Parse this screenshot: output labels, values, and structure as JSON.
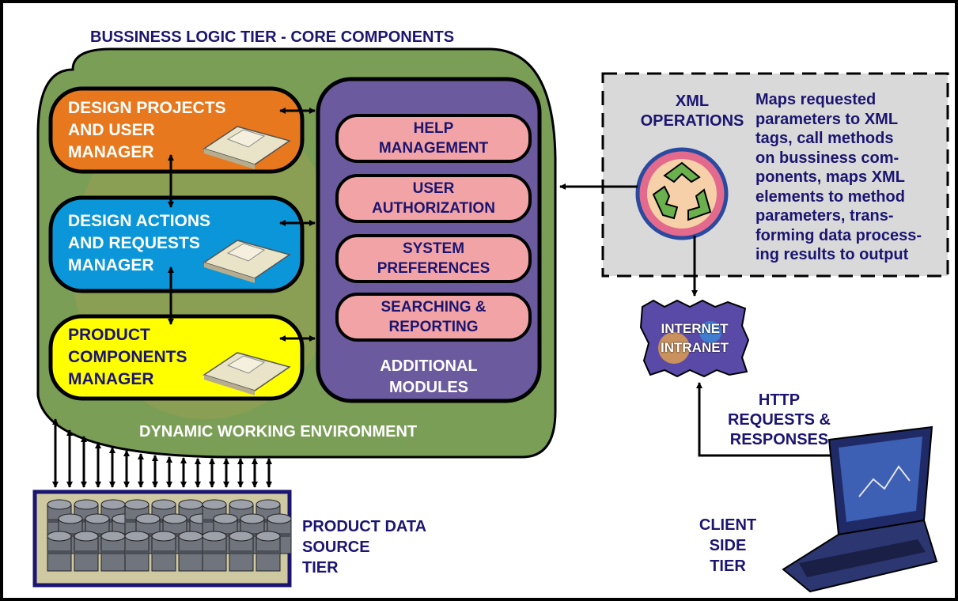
{
  "title": "BUSSINESS LOGIC TIER - CORE COMPONENTS",
  "managers": {
    "design_projects": [
      "DESIGN PROJECTS",
      "AND USER",
      "MANAGER"
    ],
    "design_actions": [
      "DESIGN ACTIONS",
      "AND REQUESTS",
      "MANAGER"
    ],
    "product_components": [
      "PRODUCT",
      "COMPONENTS",
      "MANAGER"
    ]
  },
  "modules": {
    "help": [
      "HELP",
      "MANAGEMENT"
    ],
    "user_auth": [
      "USER",
      "AUTHORIZATION"
    ],
    "system_prefs": [
      "SYSTEM",
      "PREFERENCES"
    ],
    "searching": [
      "SEARCHING &",
      "REPORTING"
    ],
    "label": [
      "ADDITIONAL",
      "MODULES"
    ]
  },
  "environment_label": "DYNAMIC WORKING ENVIRONMENT",
  "xml": {
    "title": [
      "XML",
      "OPERATIONS"
    ],
    "description": [
      "Maps requested",
      "parameters to XML",
      "tags, call methods",
      "on bussiness com-",
      "ponents, maps XML",
      "elements to method",
      "parameters, trans-",
      "forming data process-",
      "ing results to output"
    ]
  },
  "network": [
    "INTERNET",
    "INTRANET"
  ],
  "http": [
    "HTTP",
    "REQUESTS &",
    "RESPONSES"
  ],
  "data_tier": [
    "PRODUCT DATA",
    "SOURCE",
    "TIER"
  ],
  "client_tier": [
    "CLIENT",
    "SIDE",
    "TIER"
  ],
  "colors": {
    "navy": "#1b1570",
    "green": "#7b9e57",
    "orange": "#e8781e",
    "blue": "#0a96d8",
    "yellow": "#ffff00",
    "purple": "#6b5a9e",
    "pink": "#f2a3a6",
    "gray": "#d9d9d9"
  }
}
